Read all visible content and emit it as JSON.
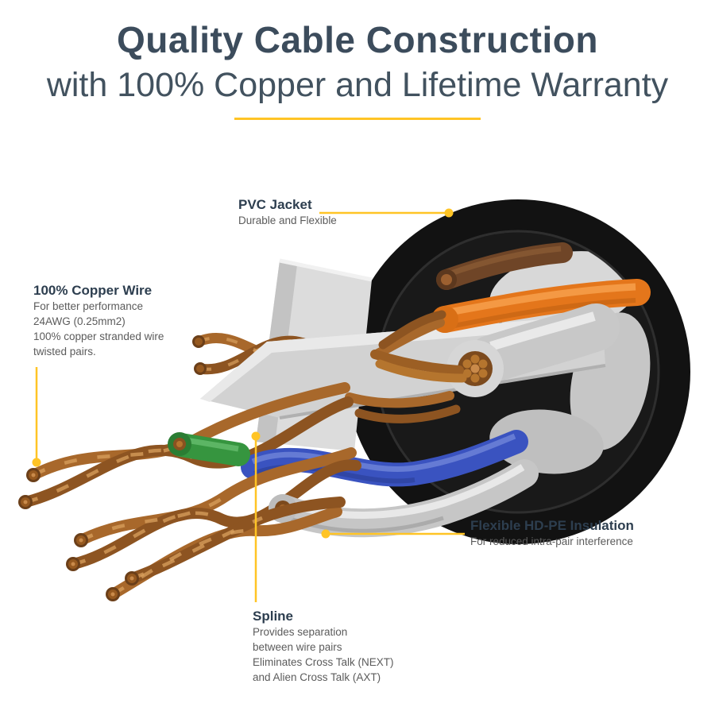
{
  "title": {
    "line1": "Quality Cable Construction",
    "line2": "with 100% Copper and Lifetime Warranty"
  },
  "labels": {
    "pvc_jacket": {
      "title": "PVC Jacket",
      "desc": "Durable and Flexible"
    },
    "copper_wire": {
      "title": "100% Copper Wire",
      "desc_lines": [
        "For better performance",
        "24AWG (0.25mm2)",
        "100% copper stranded wire",
        "twisted pairs."
      ]
    },
    "hdpe_insulation": {
      "title": "Flexible HD-PE Insulation",
      "desc": "For reduced intra-pair interference"
    },
    "spline": {
      "title": "Spline",
      "desc_lines": [
        "Provides separation",
        "between wire pairs",
        "Eliminates Cross Talk (NEXT)",
        "and Alien Cross Talk (AXT)"
      ]
    }
  },
  "colors": {
    "accent_yellow": "#ffc425",
    "heading_navy": "#3c4c5c",
    "label_title": "#2d3e4f",
    "label_text": "#5b5b5b",
    "jacket_black": "#141414",
    "copper": "#a8682b",
    "wire_orange": "#e4761b",
    "wire_green": "#36953f",
    "wire_blue": "#3a53c0",
    "wire_gray": "#c6c6c6",
    "wire_brown": "#6f4527",
    "spline_gray": "#d2d2d2"
  }
}
